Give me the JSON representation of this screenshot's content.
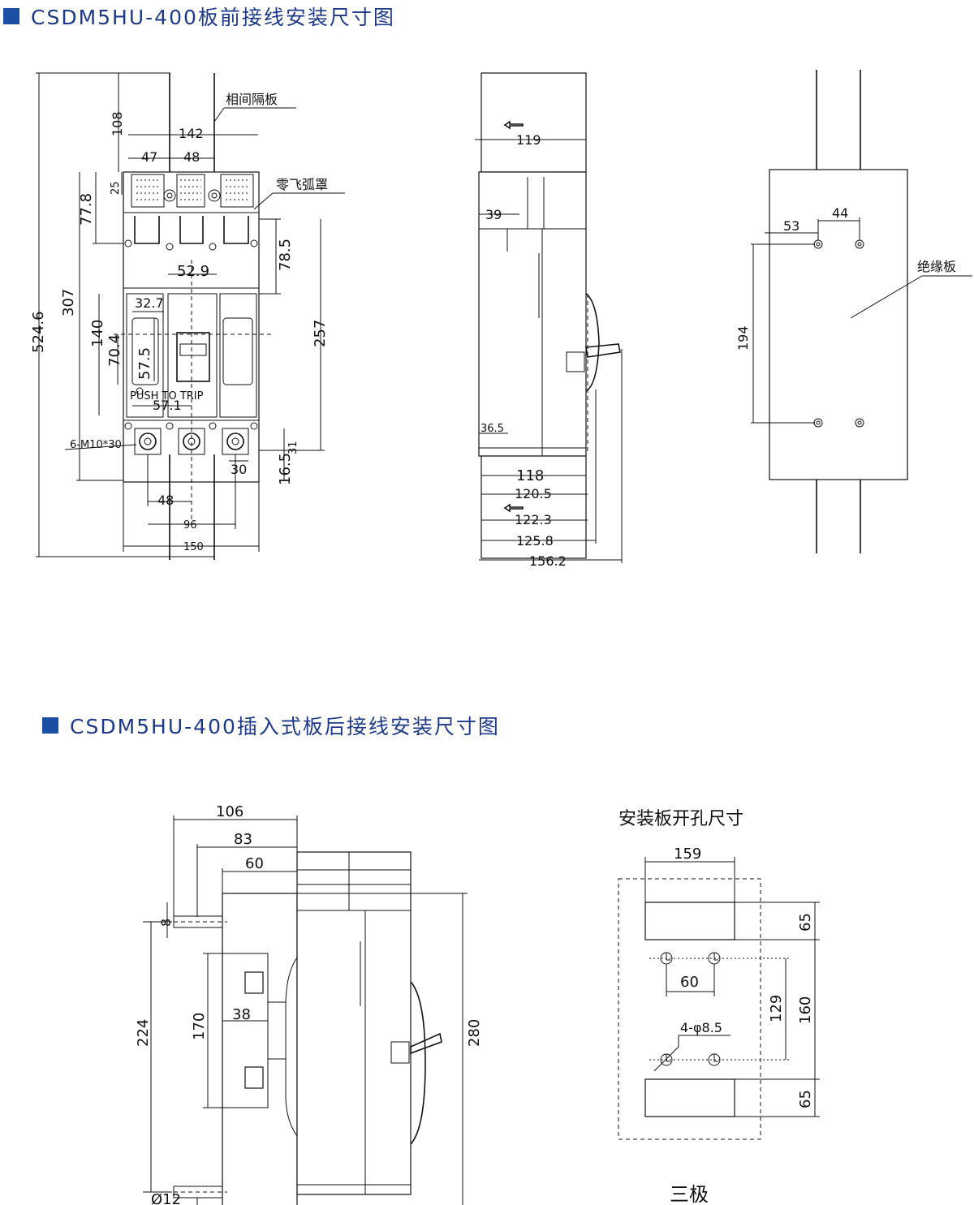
{
  "colors": {
    "title_blue": "#1d3a8a",
    "marker_blue": "#1a4fa3",
    "line": "#111111"
  },
  "section1": {
    "title": "CSDM5HU-400板前接线安装尺寸图",
    "front_view": {
      "callouts": {
        "phase_separator": "相间隔板",
        "arc_cover": "零飞弧罩",
        "push_to_trip": "PUSH TO TRIP"
      },
      "dims": {
        "d524_6": "524.6",
        "d307": "307",
        "d108": "108",
        "d142": "142",
        "d47": "47",
        "d48_top": "48",
        "d25": "25",
        "d77_8": "77.8",
        "d78_5": "78.5",
        "d52_9": "52.9",
        "d32_7": "32.7",
        "d140": "140",
        "d70_4": "70.4",
        "d57_5": "57.5",
        "d57_1": "57.1",
        "d257": "257",
        "d31": "31",
        "d16_5": "16.5",
        "d30": "30",
        "d48_bottom": "48",
        "d96": "96",
        "d150": "150",
        "screw": "6-M10*30"
      }
    },
    "side_view": {
      "dims": {
        "d119": "119",
        "d39": "39",
        "d36_5": "36.5",
        "d118": "118",
        "d120_5": "120.5",
        "d122_3": "122.3",
        "d125_8": "125.8",
        "d156_2": "156.2"
      }
    },
    "back_plate_view": {
      "callouts": {
        "insulating_board": "绝缘板"
      },
      "dims": {
        "d53": "53",
        "d44": "44",
        "d194": "194"
      }
    }
  },
  "section2": {
    "title": "CSDM5HU-400插入式板后接线安装尺寸图",
    "side_view": {
      "dims": {
        "d106": "106",
        "d83": "83",
        "d60": "60",
        "d8": "8",
        "d224": "224",
        "d170": "170",
        "d38": "38",
        "d280": "280",
        "d12": "Ø12"
      }
    },
    "panel_cutout": {
      "title": "安装板开孔尺寸",
      "dims": {
        "d159": "159",
        "d65_top": "65",
        "d60": "60",
        "d129": "129",
        "d160": "160",
        "holes": "4-φ8.5",
        "d65_bottom": "65"
      },
      "caption": "三极"
    }
  }
}
